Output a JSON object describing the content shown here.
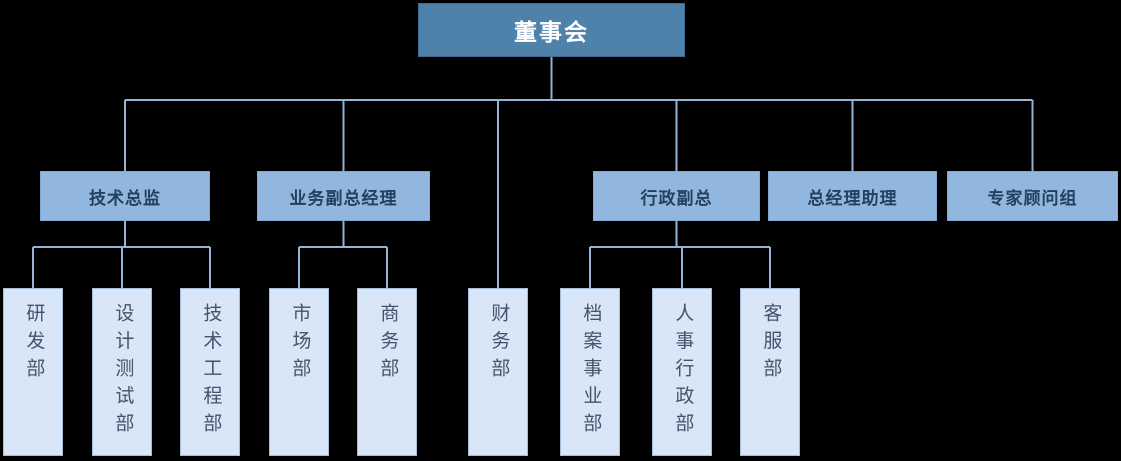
{
  "org": {
    "root": {
      "label": "董事会"
    },
    "managers": [
      {
        "label": "技术总监",
        "departments": [
          "研发部",
          "设计测试部",
          "技术工程部"
        ]
      },
      {
        "label": "业务副总经理",
        "departments": [
          "市场部",
          "商务部"
        ]
      },
      {
        "label": "行政副总",
        "departments": [
          "档案事业部",
          "人事行政部",
          "客服部"
        ]
      },
      {
        "label": "总经理助理",
        "departments": []
      },
      {
        "label": "专家顾问组",
        "departments": []
      }
    ],
    "board_departments": [
      "财务部"
    ]
  },
  "colors": {
    "background": "#000000",
    "root_fill": "#4E82AB",
    "root_text": "#FFFFFF",
    "manager_fill": "#92B7DE",
    "manager_text": "#24405F",
    "department_fill": "#D8E6F7",
    "department_border": "#A3BCD8",
    "department_text": "#44546A",
    "connector": "#95B3D7"
  }
}
